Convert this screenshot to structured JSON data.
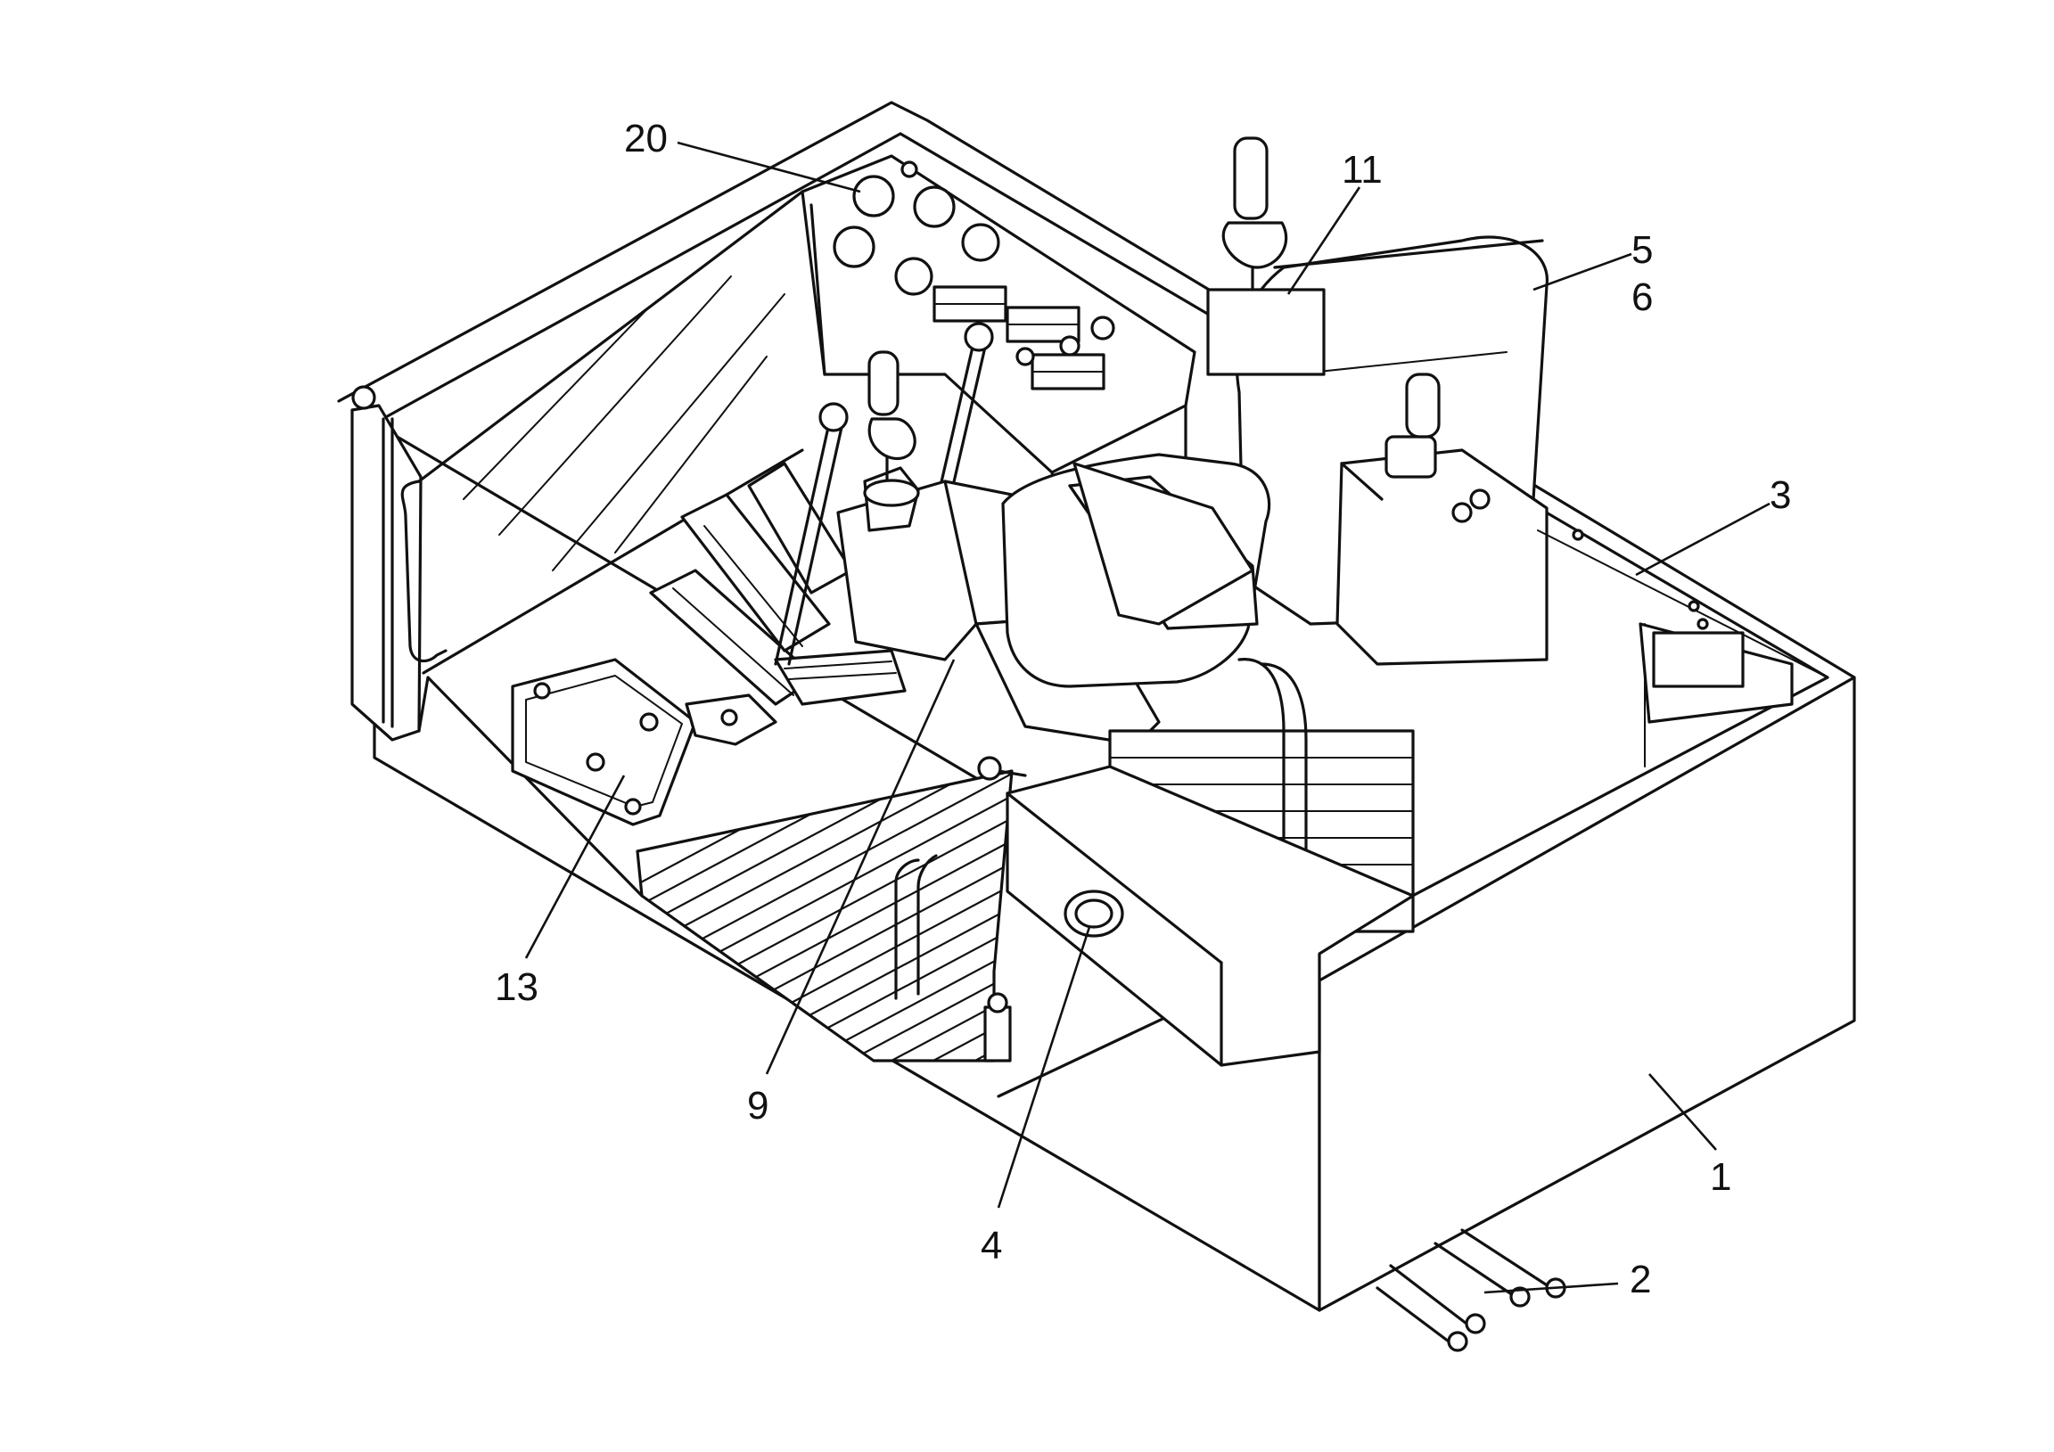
{
  "diagram": {
    "subject": "operator cab",
    "callouts": [
      {
        "id": "c20",
        "label": "20"
      },
      {
        "id": "c11",
        "label": "11"
      },
      {
        "id": "c5",
        "label": "5"
      },
      {
        "id": "c6",
        "label": "6"
      },
      {
        "id": "c3",
        "label": "3"
      },
      {
        "id": "c13",
        "label": "13"
      },
      {
        "id": "c9",
        "label": "9"
      },
      {
        "id": "c4",
        "label": "4"
      },
      {
        "id": "c1",
        "label": "1"
      },
      {
        "id": "c2",
        "label": "2"
      }
    ]
  }
}
